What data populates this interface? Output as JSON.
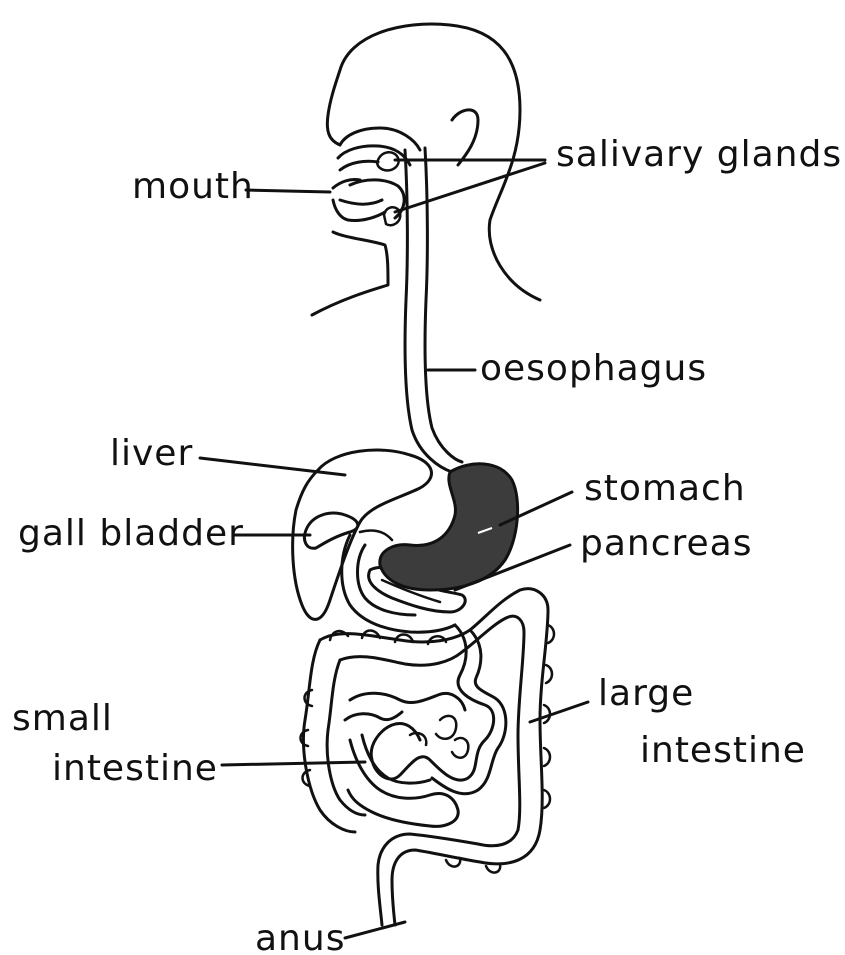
{
  "labels": {
    "mouth": "mouth",
    "salivary_glands": "salivary glands",
    "oesophagus": "oesophagus",
    "liver": "liver",
    "gall_bladder": "gall bladder",
    "stomach": "stomach",
    "pancreas": "pancreas",
    "small_intestine_line1": "small",
    "small_intestine_line2": "intestine",
    "large_intestine_line1": "large",
    "large_intestine_line2": "intestine",
    "anus": "anus"
  },
  "colors": {
    "ink": "#111111",
    "stomach_fill": "#3c3c3c",
    "background": "#ffffff"
  }
}
